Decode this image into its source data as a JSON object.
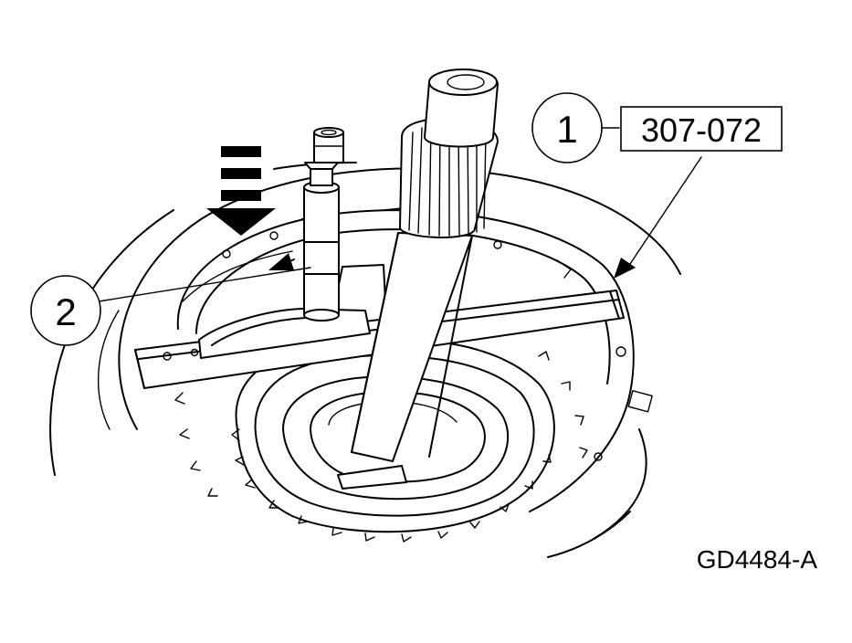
{
  "callouts": [
    {
      "number": "1",
      "tool_label": "307-072"
    },
    {
      "number": "2"
    }
  ],
  "figure_code": "GD4484-A",
  "icons": [
    "down-arrow-icon"
  ]
}
